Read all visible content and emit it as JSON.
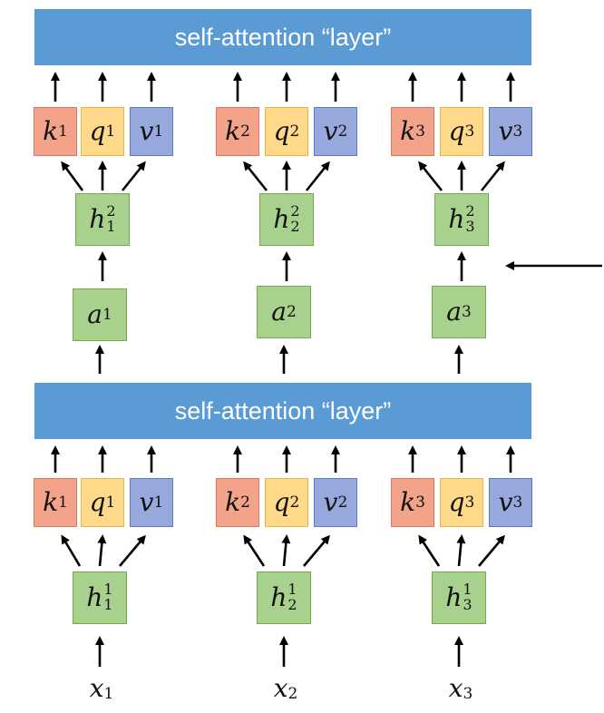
{
  "top_layer": {
    "label": "self-attention “layer”"
  },
  "bottom_layer": {
    "label": "self-attention “layer”"
  },
  "columns": [
    {
      "top": {
        "k": {
          "sym": "k",
          "sub": "1"
        },
        "q": {
          "sym": "q",
          "sub": "1"
        },
        "v": {
          "sym": "v",
          "sub": "1"
        },
        "h": {
          "sym": "h",
          "sub": "1",
          "sup": "2"
        }
      },
      "a": {
        "sym": "a",
        "sub": "1"
      },
      "bottom": {
        "k": {
          "sym": "k",
          "sub": "1"
        },
        "q": {
          "sym": "q",
          "sub": "1"
        },
        "v": {
          "sym": "v",
          "sub": "1"
        },
        "h": {
          "sym": "h",
          "sub": "1",
          "sup": "1"
        }
      },
      "x": {
        "sym": "x",
        "sub": "1"
      }
    },
    {
      "top": {
        "k": {
          "sym": "k",
          "sub": "2"
        },
        "q": {
          "sym": "q",
          "sub": "2"
        },
        "v": {
          "sym": "v",
          "sub": "2"
        },
        "h": {
          "sym": "h",
          "sub": "2",
          "sup": "2"
        }
      },
      "a": {
        "sym": "a",
        "sub": "2"
      },
      "bottom": {
        "k": {
          "sym": "k",
          "sub": "2"
        },
        "q": {
          "sym": "q",
          "sub": "2"
        },
        "v": {
          "sym": "v",
          "sub": "2"
        },
        "h": {
          "sym": "h",
          "sub": "2",
          "sup": "1"
        }
      },
      "x": {
        "sym": "x",
        "sub": "2"
      }
    },
    {
      "top": {
        "k": {
          "sym": "k",
          "sub": "3"
        },
        "q": {
          "sym": "q",
          "sub": "3"
        },
        "v": {
          "sym": "v",
          "sub": "3"
        },
        "h": {
          "sym": "h",
          "sub": "3",
          "sup": "2"
        }
      },
      "a": {
        "sym": "a",
        "sub": "3"
      },
      "bottom": {
        "k": {
          "sym": "k",
          "sub": "3"
        },
        "q": {
          "sym": "q",
          "sub": "3"
        },
        "v": {
          "sym": "v",
          "sub": "3"
        },
        "h": {
          "sym": "h",
          "sub": "3",
          "sup": "1"
        }
      },
      "x": {
        "sym": "x",
        "sub": "3"
      }
    }
  ],
  "colors": {
    "layer": "#5b9bd5",
    "key": "#f4a38b",
    "query": "#ffd98a",
    "value": "#97a9dc",
    "hidden": "#a9d18e"
  }
}
